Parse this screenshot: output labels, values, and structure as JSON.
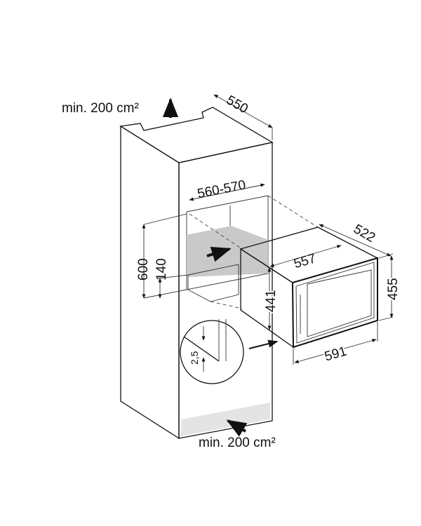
{
  "title": "Installation dimensions diagram",
  "ventilation": {
    "top": "min. 200 cm²",
    "bottom": "min. 200 cm²"
  },
  "dimensions": {
    "cabinet_depth": "550",
    "niche_width": "560-570",
    "niche_height": "600",
    "drawer_height": "140",
    "gap": "2,5",
    "appliance_width_top": "557",
    "appliance_depth": "522",
    "appliance_height_side": "441",
    "appliance_height_front": "455",
    "appliance_width_front": "591"
  },
  "colors": {
    "line": "#111111",
    "niche": "#d9d9d9",
    "plinth": "#e4e4e4"
  }
}
